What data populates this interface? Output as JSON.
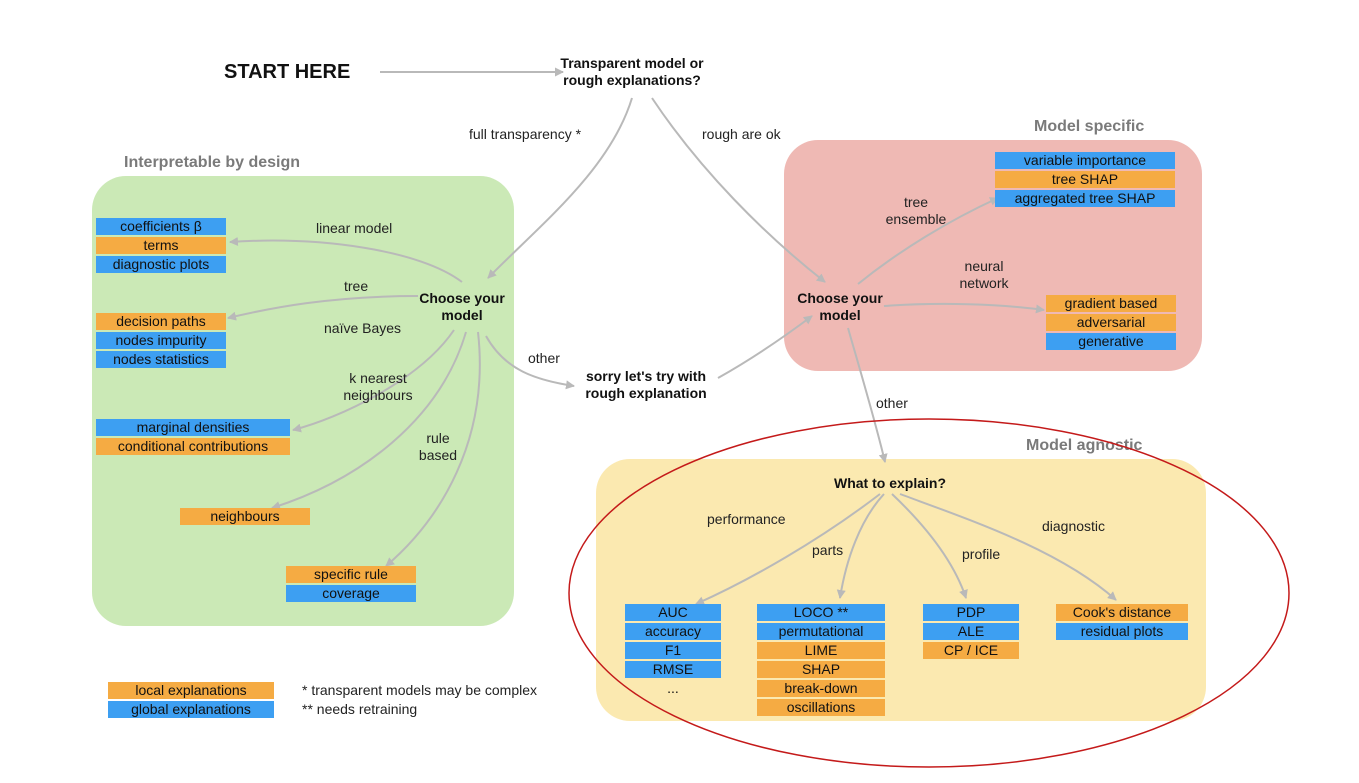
{
  "start": "START HERE",
  "question": "Transparent model or rough explanations?",
  "edges": {
    "full_transparency": "full transparency *",
    "rough_ok": "rough are ok",
    "linear_model": "linear model",
    "tree": "tree",
    "naive_bayes": "naïve Bayes",
    "knn": "k nearest neighbours",
    "rule_based": "rule based",
    "other_left": "other",
    "tree_ensemble": "tree ensemble",
    "neural_network": "neural network",
    "other_right": "other",
    "performance": "performance",
    "parts": "parts",
    "profile": "profile",
    "diagnostic": "diagnostic"
  },
  "regions": {
    "interpretable": {
      "title": "Interpretable by design",
      "color": "#cbe9b6"
    },
    "specific": {
      "title": "Model specific",
      "color": "#efb9b4"
    },
    "agnostic": {
      "title": "Model agnostic",
      "color": "#fbe9b0"
    }
  },
  "nodes": {
    "choose_left": "Choose your model",
    "choose_right": "Choose your model",
    "sorry": "sorry let's try with rough explanation",
    "what_explain": "What to explain?"
  },
  "tags": {
    "linear": [
      "coefficients β",
      "terms",
      "diagnostic plots"
    ],
    "tree": [
      "decision paths",
      "nodes impurity",
      "nodes statistics"
    ],
    "bayes": [
      "marginal densities",
      "conditional contributions"
    ],
    "knn": [
      "neighbours"
    ],
    "rule": [
      "specific rule",
      "coverage"
    ],
    "ensemble": [
      "variable importance",
      "tree SHAP",
      "aggregated tree SHAP"
    ],
    "neural": [
      "gradient based",
      "adversarial",
      "generative"
    ],
    "performance": [
      "AUC",
      "accuracy",
      "F1",
      "RMSE",
      "..."
    ],
    "parts": [
      "LOCO **",
      "permutational",
      "LIME",
      "SHAP",
      "break-down",
      "oscillations"
    ],
    "profile": [
      "PDP",
      "ALE",
      "CP / ICE"
    ],
    "diagnostic": [
      "Cook's distance",
      "residual plots"
    ]
  },
  "legend": {
    "local": "local explanations",
    "global": "global explanations",
    "note1": "* transparent models may be complex",
    "note2": "** needs retraining"
  },
  "colors": {
    "local": "#f5ab43",
    "global": "#3d9ff2",
    "arrow": "#b9b9b9",
    "highlight": "#c41a1a"
  }
}
